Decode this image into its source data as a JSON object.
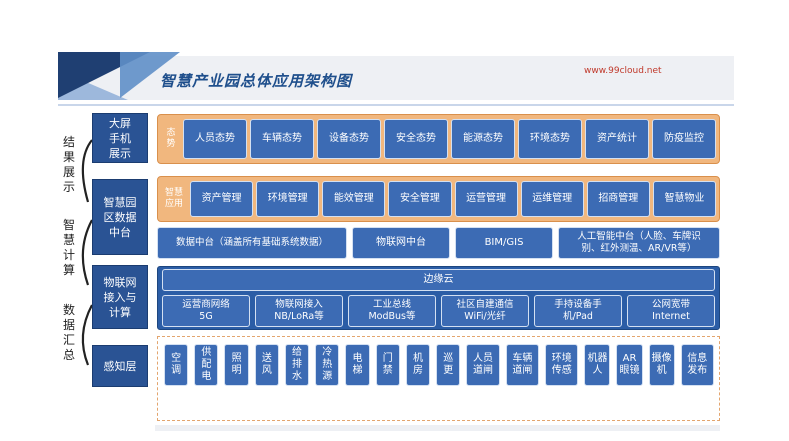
{
  "header": {
    "title": "智慧产业园总体应用架构图",
    "url": "www.99cloud.net"
  },
  "left_labels": [
    {
      "id": "l1",
      "text": "大屏\n手机\n展示"
    },
    {
      "id": "l2",
      "text": "智慧园\n区数据\n中台"
    },
    {
      "id": "l3",
      "text": "物联网\n接入与\n计算"
    },
    {
      "id": "l4",
      "text": "感知层"
    }
  ],
  "side_vertical": {
    "result": "结果展示",
    "compute": "智慧计算",
    "collect": "数据汇总"
  },
  "row1": {
    "tag": "态\n势",
    "items": [
      "人员态势",
      "车辆态势",
      "设备态势",
      "安全态势",
      "能源态势",
      "环境态势",
      "资产统计",
      "防疫监控"
    ]
  },
  "row2": {
    "tag": "智慧\n应用",
    "items": [
      "资产管理",
      "环境管理",
      "能效管理",
      "安全管理",
      "运营管理",
      "运维管理",
      "招商管理",
      "智慧物业"
    ]
  },
  "row3": {
    "items": [
      "数据中台（涵盖所有基础系统数据）",
      "物联网中台",
      "BIM/GIS",
      "人工智能中台（人脸、车牌识\n别、红外测温、AR/VR等）"
    ]
  },
  "row4": {
    "edge": "边缘云",
    "items": [
      "运营商网络\n5G",
      "物联网接入\nNB/LoRa等",
      "工业总线\nModBus等",
      "社区自建通信\nWiFi/光纤",
      "手持设备手\n机/Pad",
      "公网宽带\nInternet"
    ]
  },
  "row5": {
    "items": [
      "空调",
      "供配电",
      "照明",
      "送风",
      "给排水",
      "冷热源",
      "电梯",
      "门禁",
      "机房",
      "巡更",
      "人员道闸",
      "车辆道闸",
      "环境传感",
      "机器人",
      "AR眼镜",
      "摄像机",
      "信息发布"
    ]
  }
}
